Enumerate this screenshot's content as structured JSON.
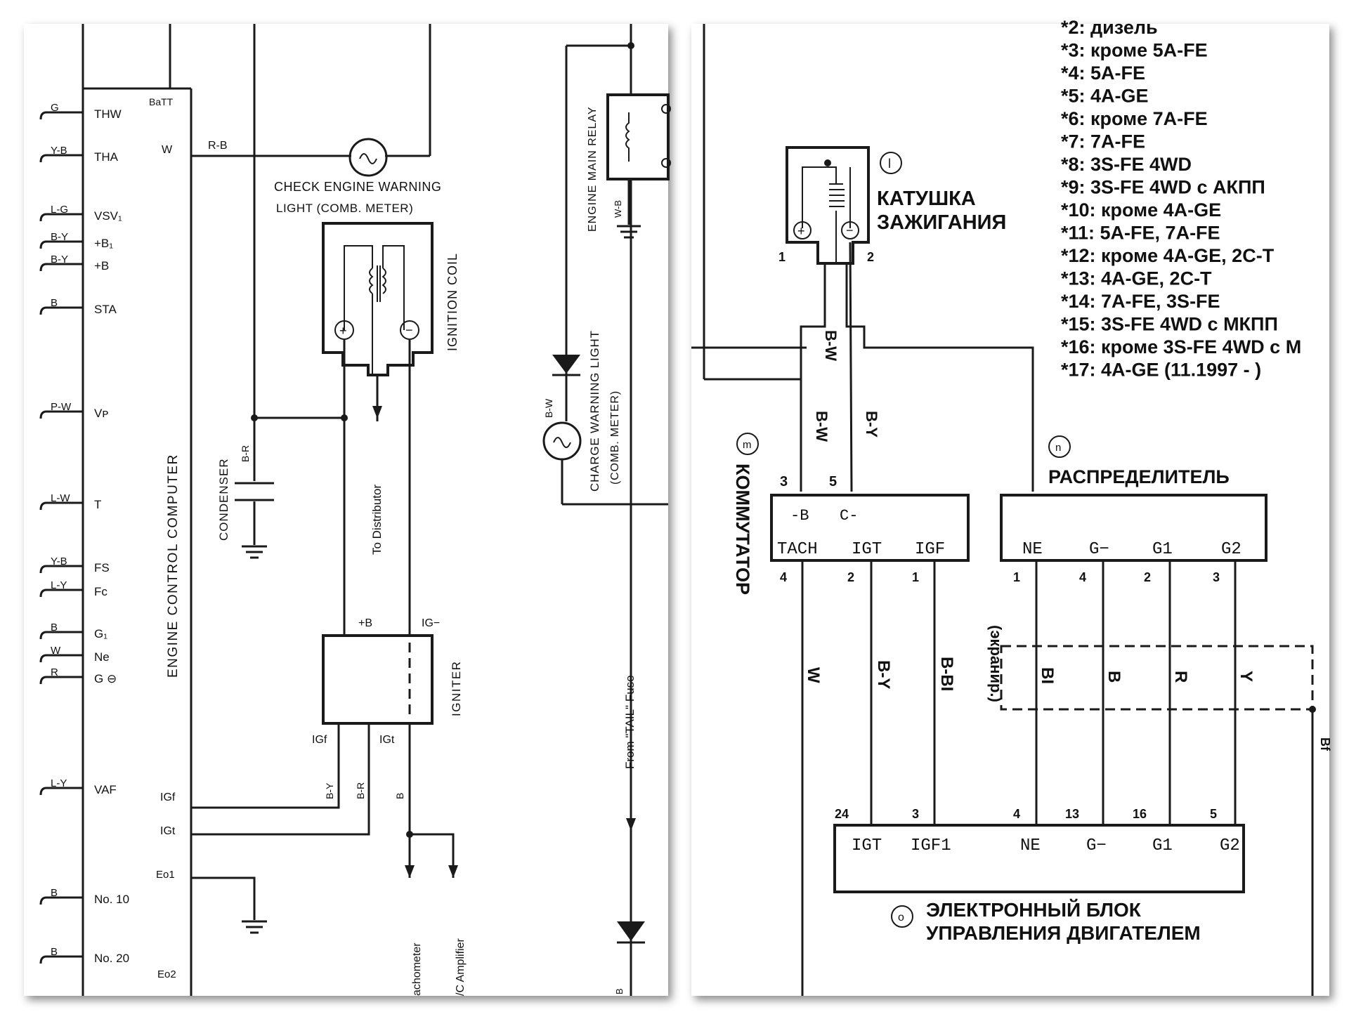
{
  "left": {
    "ecu_pins_left": [
      {
        "label": "THW",
        "wire": "G"
      },
      {
        "label": "THA",
        "wire": "Y-B"
      },
      {
        "label": "VSV₁",
        "wire": "L-G"
      },
      {
        "label": "+B₁",
        "wire": "B-Y"
      },
      {
        "label": "+B",
        "wire": "B-Y"
      },
      {
        "label": "STA",
        "wire": "B"
      },
      {
        "label": "Vᴘ",
        "wire": "P-W"
      },
      {
        "label": "T",
        "wire": "L-W"
      },
      {
        "label": "FS",
        "wire": "Y-B"
      },
      {
        "label": "Fc",
        "wire": "L-Y"
      },
      {
        "label": "G₁",
        "wire": "B"
      },
      {
        "label": "Ne",
        "wire": "W"
      },
      {
        "label": "G ⊖",
        "wire": "R"
      },
      {
        "label": "VAF",
        "wire": "L-Y"
      },
      {
        "label": "No. 10",
        "wire": "B"
      },
      {
        "label": "No. 20",
        "wire": "B"
      }
    ],
    "ecu_title": "ENGINE CONTROL COMPUTER",
    "ecu_right_pins": [
      "BaTT",
      "W",
      "IGf",
      "IGt",
      "Eo1",
      "Eo2"
    ],
    "wire_rb": "R-B",
    "check_engine_line1": "CHECK ENGINE WARNING",
    "check_engine_line2": "LIGHT (COMB. METER)",
    "ignition_coil": "IGNITION COIL",
    "condenser": "CONDENSER",
    "condenser_wire": "B-R",
    "to_distributor": "To Distributor",
    "igniter": "IGNITER",
    "igniter_top_left": "+B",
    "igniter_top_right": "IG−",
    "igniter_bot_left": "IGf",
    "igniter_bot_right": "IGt",
    "wire_by": "B-Y",
    "wire_br": "B-R",
    "wire_b": "B",
    "tachometer": "achometer",
    "ac_amplifier": "/C Amplifier",
    "engine_main_relay": "ENGINE MAIN RELAY",
    "relay_wire": "W-B",
    "charge_line1": "CHARGE WARNING LIGHT",
    "charge_line2": "(COMB. METER)",
    "charge_wire": "B-W",
    "from_tail": "From \"TAIL\" Fuse",
    "bottom_b": "B"
  },
  "right": {
    "notes": [
      "*2: дизель",
      "*3: кроме 5A-FE",
      "*4: 5A-FE",
      "*5: 4A-GE",
      "*6: кроме 7A-FE",
      "*7: 7A-FE",
      "*8: 3S-FE 4WD",
      "*9: 3S-FE 4WD с АКПП",
      "*10: кроме 4A-GE",
      "*11: 5A-FE, 7A-FE",
      "*12: кроме 4A-GE, 2C-T",
      "*13: 4A-GE, 2C-T",
      "*14: 7A-FE, 3S-FE",
      "*15: 3S-FE 4WD с МКПП",
      "*16: кроме 3S-FE 4WD с М",
      "*17: 4A-GE (11.1997 - )"
    ],
    "coil_marker": "l",
    "coil_line1": "КАТУШКА",
    "coil_line2": "ЗАЖИГАНИЯ",
    "coil_pin1": "1",
    "coil_pin2": "2",
    "wire_bw": "B-W",
    "wire_by": "B-Y",
    "commutator_marker": "m",
    "commutator": "КОММУТАТОР",
    "comm_top": [
      "-B",
      "C-"
    ],
    "comm_pins": [
      "TACH",
      "IGT",
      "IGF"
    ],
    "comm_top_nums": [
      "3",
      "5"
    ],
    "comm_bot_nums": [
      "4",
      "2",
      "1"
    ],
    "dist_marker": "n",
    "distributor": "РАСПРЕДЕЛИТЕЛЬ",
    "dist_pins": [
      "NE",
      "G−",
      "G1",
      "G2"
    ],
    "dist_nums": [
      "1",
      "4",
      "2",
      "3"
    ],
    "wires_vert": [
      "W",
      "B-Y",
      "B-BI",
      "BI",
      "B",
      "R",
      "Y"
    ],
    "shield": "(экранир.)",
    "shield_wire": "Bf",
    "ecu_nums": [
      "24",
      "3",
      "4",
      "13",
      "16",
      "5"
    ],
    "ecu_pins": [
      "IGT",
      "IGF1",
      "NE",
      "G−",
      "G1",
      "G2"
    ],
    "ecu_marker": "o",
    "ecu_line1": "ЭЛЕКТРОННЫЙ БЛОК",
    "ecu_line2": "УПРАВЛЕНИЯ ДВИГАТЕЛЕМ"
  }
}
